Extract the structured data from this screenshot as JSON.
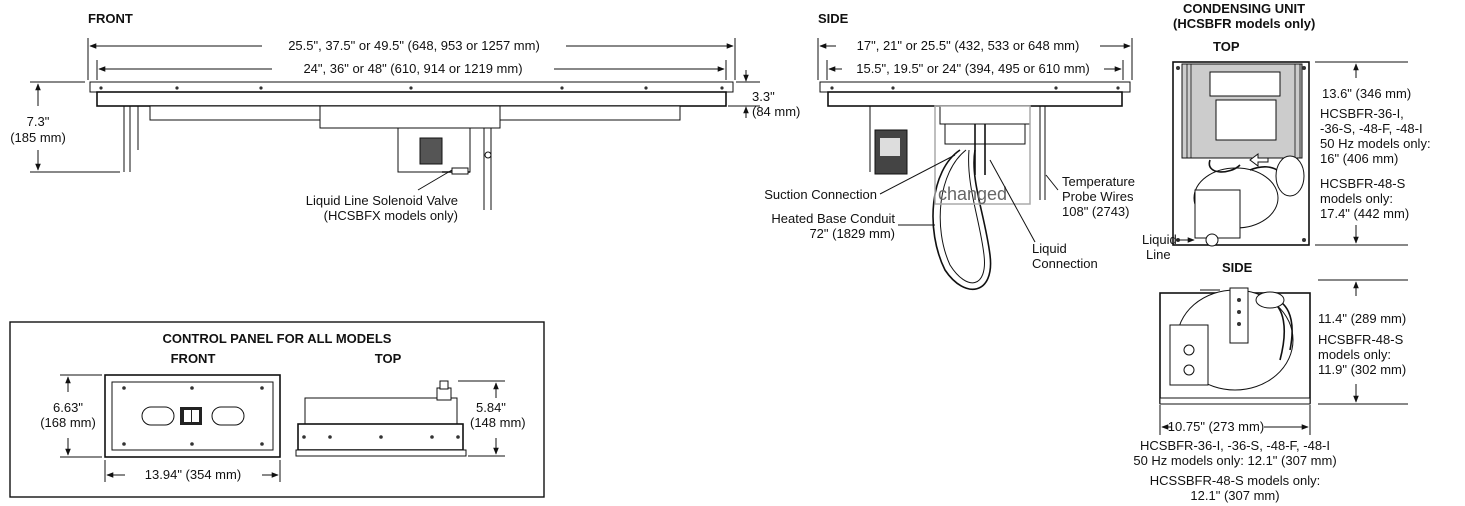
{
  "front": {
    "title": "FRONT",
    "dim_overall": "25.5\", 37.5\" or 49.5\" (648, 953 or 1257 mm)",
    "dim_inner": "24\", 36\" or 48\" (610, 914 or 1219 mm)",
    "dim_height_top": "7.3\"",
    "dim_height_bottom": "(185 mm)",
    "dim_rim_top": "3.3\"",
    "dim_rim_bottom": "(84 mm)",
    "valve_label_1": "Liquid Line Solenoid Valve",
    "valve_label_2": "(HCSBFX models only)"
  },
  "side": {
    "title": "SIDE",
    "dim_overall": "17\", 21\" or 25.5\" (432, 533 or 648 mm)",
    "dim_inner": "15.5\", 19.5\" or 24\" (394, 495 or 610 mm)",
    "suction": "Suction Connection",
    "conduit_1": "Heated Base Conduit",
    "conduit_2": "72\" (1829 mm)",
    "liquid_1": "Liquid",
    "liquid_2": "Connection",
    "probe_1": "Temperature",
    "probe_2": "Probe Wires",
    "probe_3": "108\" (2743)",
    "stamp": "changed"
  },
  "condensing": {
    "title_1": "CONDENSING UNIT",
    "title_2": "(HCSBFR models only)",
    "top_title": "TOP",
    "top_dim": "13.6\" (346 mm)",
    "top_note_1": "HCSBFR-36-I,",
    "top_note_2": "-36-S, -48-F, -48-I",
    "top_note_3": "50 Hz models only:",
    "top_note_4": "16\" (406 mm)",
    "top_note_5": "HCSBFR-48-S",
    "top_note_6": "models only:",
    "top_note_7": "17.4\" (442 mm)",
    "liquid_line_1": "Liquid",
    "liquid_line_2": "Line",
    "side_title": "SIDE",
    "side_dim": "11.4\" (289 mm)",
    "side_note_1": "HCSBFR-48-S",
    "side_note_2": "models only:",
    "side_note_3": "11.9\" (302 mm)",
    "width_dim": "10.75\" (273 mm)",
    "bottom_1": "HCSBFR-36-I, -36-S, -48-F, -48-I",
    "bottom_2": "50 Hz models only: 12.1\" (307 mm)",
    "bottom_3": "HCSSBFR-48-S models only:",
    "bottom_4": "12.1\" (307 mm)"
  },
  "control_panel": {
    "title": "CONTROL PANEL FOR ALL MODELS",
    "front_title": "FRONT",
    "top_title": "TOP",
    "height_1": "6.63\"",
    "height_2": "(168 mm)",
    "depth_1": "5.84\"",
    "depth_2": "(148 mm)",
    "width": "13.94\" (354 mm)"
  }
}
